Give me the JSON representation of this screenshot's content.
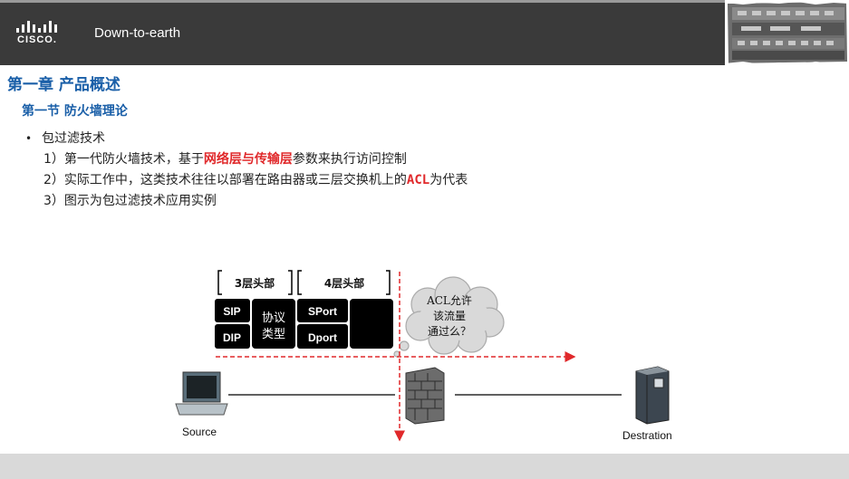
{
  "header": {
    "logo_text": "CISCO.",
    "title": "Down-to-earth"
  },
  "content": {
    "chapter_title": "第一章 产品概述",
    "section_title": "第一节 防火墙理论",
    "bullet": "包过滤技术",
    "lines": {
      "l1_prefix": "1）第一代防火墙技术，基于",
      "l1_highlight": "网络层与传输层",
      "l1_suffix": "参数来执行访问控制",
      "l2_prefix": "2）实际工作中，这类技术往往以部署在路由器或三层交换机上的",
      "l2_highlight": "ACL",
      "l2_suffix": "为代表",
      "l3": "3）图示为包过滤技术应用实例"
    }
  },
  "diagram": {
    "l3_header": "3层头部",
    "l4_header": "4层头部",
    "sip": "SIP",
    "dip": "DIP",
    "protocol_line1": "协议",
    "protocol_line2": "类型",
    "sport": "SPort",
    "dport": "Dport",
    "cloud_line1": "ACL允许",
    "cloud_line2": "该流量",
    "cloud_line3": "通过么？",
    "source_label": "Source",
    "destination_label": "Destration"
  },
  "colors": {
    "header_bg": "#3a3a3a",
    "heading_blue": "#1a5fa8",
    "highlight_red": "#e0292b",
    "footer_bg": "#d9d9d9"
  }
}
